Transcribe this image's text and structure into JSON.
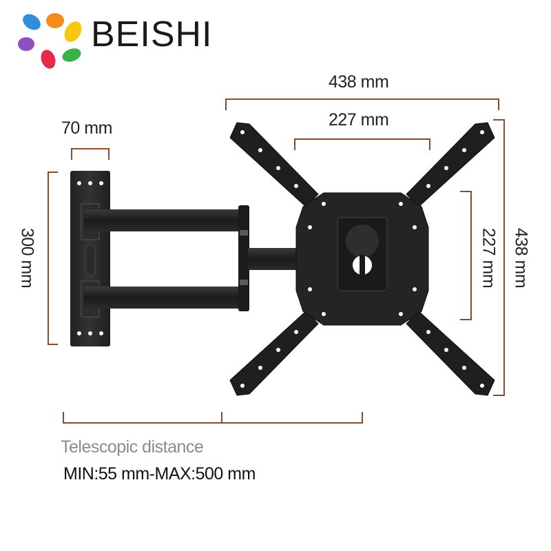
{
  "brand": {
    "name": "BEISHI",
    "colors": [
      "#e62b4a",
      "#f48b1d",
      "#f9c80e",
      "#37b34a",
      "#2f8fd8",
      "#8e4fbf"
    ]
  },
  "dimensions": {
    "plate_width": "70 mm",
    "plate_height": "300 mm",
    "overall_width": "438 mm",
    "overall_height": "438 mm",
    "vesa_horizontal": "227 mm",
    "vesa_vertical": "227 mm"
  },
  "telescopic": {
    "title": "Telescopic distance",
    "range": "MIN:55 mm-MAX:500 mm"
  },
  "colors": {
    "dimension_line": "#8b4a2b",
    "metal": "#1d1d1f",
    "metal_highlight": "#3a3a3d"
  }
}
